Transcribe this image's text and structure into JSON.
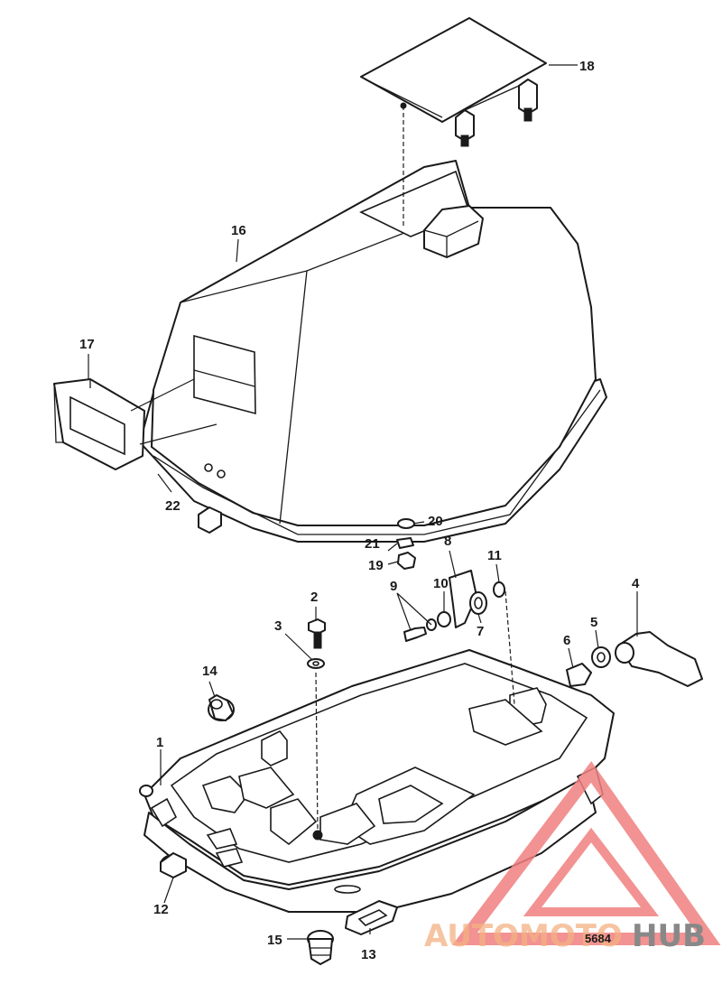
{
  "diagram": {
    "figure_number": "5684",
    "callouts": [
      "1",
      "2",
      "3",
      "4",
      "5",
      "6",
      "7",
      "8",
      "9",
      "10",
      "11",
      "12",
      "13",
      "14",
      "15",
      "16",
      "17",
      "18",
      "19",
      "20",
      "21",
      "22"
    ]
  },
  "watermark": {
    "text_left": "AUTOMOTO",
    "text_right": "HUB",
    "color_primary": "#f08080",
    "color_secondary": "#f4b183",
    "color_right": "#888888"
  }
}
